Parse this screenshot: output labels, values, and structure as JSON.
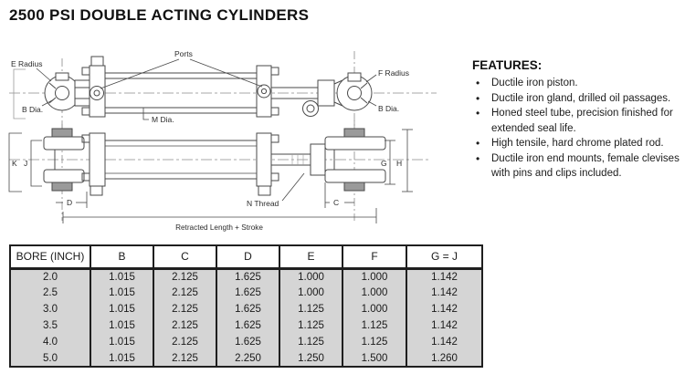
{
  "title": "2500 PSI DOUBLE ACTING CYLINDERS",
  "diagram": {
    "labels": {
      "e_radius": "E Radius",
      "ports": "Ports",
      "f_radius": "F Radius",
      "b_dia": "B Dia.",
      "m_dia": "M Dia.",
      "k": "K",
      "j": "J",
      "g": "G",
      "h": "H",
      "d": "D",
      "c": "C",
      "n_thread": "N Thread",
      "retracted_length": "Retracted Length + Stroke"
    }
  },
  "features": {
    "heading": "FEATURES:",
    "items": [
      "Ductile iron piston.",
      "Ductile iron gland, drilled oil passages.",
      "Honed steel tube, precision finished for extended seal life.",
      "High tensile, hard chrome plated rod.",
      "Ductile iron end mounts, female clevises with pins and clips included."
    ]
  },
  "table": {
    "headers": [
      "BORE (INCH)",
      "B",
      "C",
      "D",
      "E",
      "F",
      "G = J"
    ],
    "rows": [
      [
        "2.0",
        "1.015",
        "2.125",
        "1.625",
        "1.000",
        "1.000",
        "1.142"
      ],
      [
        "2.5",
        "1.015",
        "2.125",
        "1.625",
        "1.000",
        "1.000",
        "1.142"
      ],
      [
        "3.0",
        "1.015",
        "2.125",
        "1.625",
        "1.125",
        "1.000",
        "1.142"
      ],
      [
        "3.5",
        "1.015",
        "2.125",
        "1.625",
        "1.125",
        "1.125",
        "1.142"
      ],
      [
        "4.0",
        "1.015",
        "2.125",
        "1.625",
        "1.125",
        "1.125",
        "1.142"
      ],
      [
        "5.0",
        "1.015",
        "2.125",
        "2.250",
        "1.250",
        "1.500",
        "1.260"
      ]
    ]
  },
  "colors": {
    "table_row_bg": "#d5d5d5",
    "table_border": "#1f1f1f",
    "diagram_line": "#4a4a4a",
    "text": "#1a1a1a"
  }
}
